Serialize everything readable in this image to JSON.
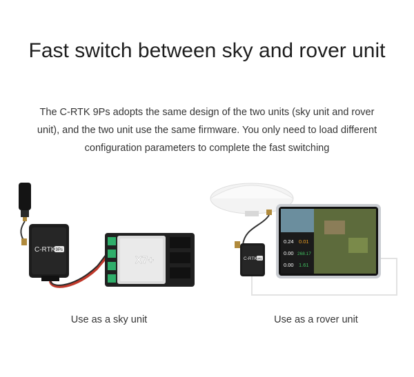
{
  "title": "Fast switch between sky and rover unit",
  "description": "The C-RTK 9Ps adopts the same design of the two units (sky unit and rover unit), and the two unit use the same firmware. You only need to load different configuration parameters to complete the fast switching",
  "sky": {
    "caption": "Use as a sky unit",
    "module_label": "C-RTK",
    "module_badge": "9Ps",
    "controller_label": "X7+"
  },
  "rover": {
    "caption": "Use as a rover unit",
    "module_label": "C-RTK",
    "module_badge": "9Ps",
    "tablet_values": [
      "0.24",
      "0.01",
      "0.00",
      "268.17",
      "0.00",
      "1.61"
    ]
  },
  "colors": {
    "module_body": "#1c1c1c",
    "connector_green": "#2fae6a",
    "cable_red": "#c0392b",
    "antenna_white": "#f3f3f3",
    "tablet_frame": "#c9ccd1"
  }
}
